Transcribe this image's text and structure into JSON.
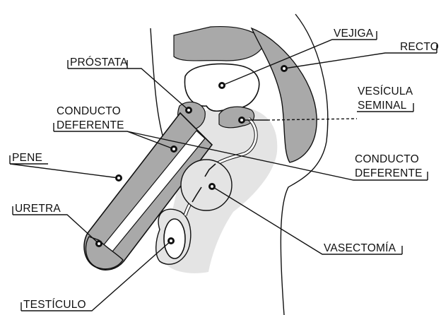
{
  "labels": {
    "vejiga": "VEJIGA",
    "recto": "RECTO",
    "prostata": "PRÓSTATA",
    "vesicula_line1": "VESÍCULA",
    "vesicula_line2": "SEMINAL",
    "conducto_left_line1": "CONDUCTO",
    "conducto_left_line2": "DEFERENTE",
    "conducto_right_line1": "CONDUCTO",
    "conducto_right_line2": "DEFERENTE",
    "pene": "PENE",
    "uretra": "URETRA",
    "vasectomia": "VASECTOMÍA",
    "testiculo": "TESTÍCULO"
  },
  "colors": {
    "outline": "#111111",
    "shade_light": "#e4e4e4",
    "shade_mid": "#a9a9a9",
    "background": "#ffffff"
  }
}
